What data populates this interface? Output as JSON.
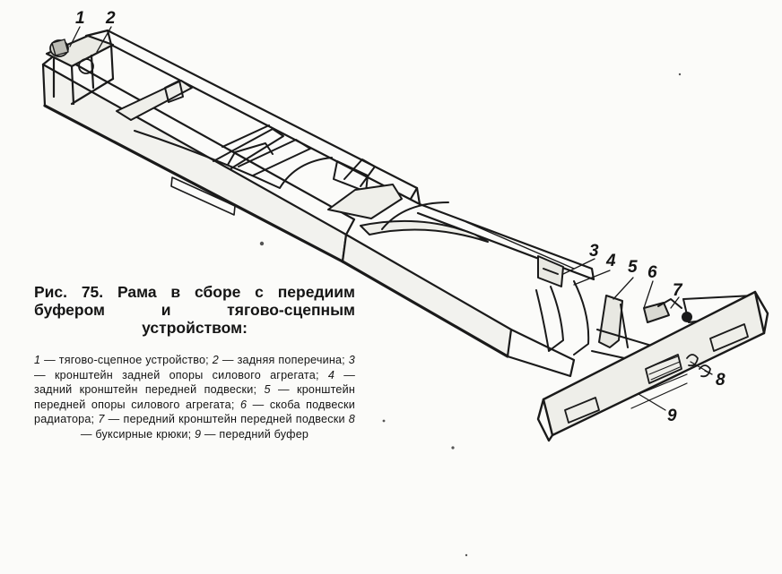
{
  "figure": {
    "callouts": [
      "1",
      "2",
      "3",
      "4",
      "5",
      "6",
      "7",
      "8",
      "9"
    ]
  },
  "caption": {
    "title": "Рис. 75. Рама в сборе с передиим буфером и тягово-сцепным устройством:",
    "legend": [
      {
        "num": "1",
        "text": "тягово-сцепное устройство;"
      },
      {
        "num": "2",
        "text": "задняя поперечина;"
      },
      {
        "num": "3",
        "text": "кронштейн задней опоры силового агрегата;"
      },
      {
        "num": "4",
        "text": "задний кронштейн передней подвески;"
      },
      {
        "num": "5",
        "text": "кронштейн передней опоры силового агрегата;"
      },
      {
        "num": "6",
        "text": "скоба подвески радиатора;"
      },
      {
        "num": "7",
        "text": "передний кронштейн передней подвески"
      },
      {
        "num": "8",
        "text": "буксирные крюки;"
      },
      {
        "num": "9",
        "text": "передний буфер"
      }
    ]
  }
}
